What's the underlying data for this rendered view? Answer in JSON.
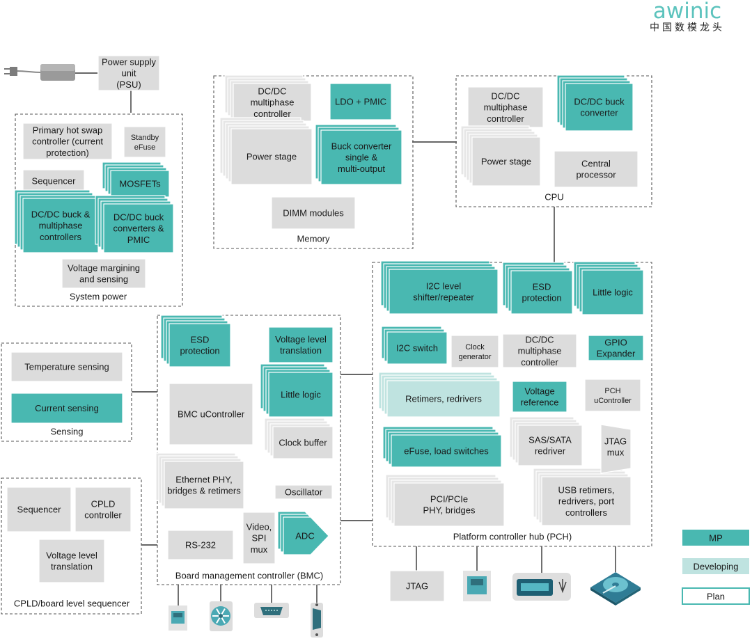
{
  "brand": {
    "name": "awinic",
    "tagline": "中国数模龙头",
    "color": "#5cc3bd"
  },
  "palette": {
    "mp": "#49b8b1",
    "developing": "#bfe3e0",
    "gray": "#dcdcdc",
    "gray_stack": "#e6e6e6",
    "line": "#333333",
    "dash": "#555555"
  },
  "legend": [
    {
      "label": "MP",
      "status": "mp"
    },
    {
      "label": "Developing",
      "status": "developing"
    },
    {
      "label": "Plan",
      "status": "plan"
    }
  ],
  "groups": [
    {
      "id": "system-power",
      "label": "System power"
    },
    {
      "id": "memory",
      "label": "Memory"
    },
    {
      "id": "cpu",
      "label": "CPU"
    },
    {
      "id": "sensing",
      "label": "Sensing"
    },
    {
      "id": "bmc",
      "label": "Board management controller (BMC)"
    },
    {
      "id": "pch",
      "label": "Platform controller hub (PCH)"
    },
    {
      "id": "cpld",
      "label": "CPLD/board level sequencer"
    }
  ],
  "blocks": [
    {
      "id": "psu",
      "label": "Power supply\nunit\n(PSU)",
      "status": "gray"
    },
    {
      "id": "hot-swap",
      "label": "Primary hot swap\ncontroller (current\nprotection)",
      "status": "gray"
    },
    {
      "id": "standby-efuse",
      "label": "Standby\neFuse",
      "status": "gray"
    },
    {
      "id": "sequencer-sp",
      "label": "Sequencer",
      "status": "gray"
    },
    {
      "id": "mosfets",
      "label": "MOSFETs",
      "status": "mp"
    },
    {
      "id": "dcdc-buck-multi",
      "label": "DC/DC buck &\nmultiphase\ncontrollers",
      "status": "mp"
    },
    {
      "id": "dcdc-buck-pmic",
      "label": "DC/DC buck\nconverters &\nPMIC",
      "status": "mp"
    },
    {
      "id": "voltage-margining",
      "label": "Voltage margining\nand sensing",
      "status": "gray"
    },
    {
      "id": "mem-dcdc-multi",
      "label": "DC/DC\nmultiphase\ncontroller",
      "status": "gray"
    },
    {
      "id": "ldo-pmic",
      "label": "LDO + PMIC",
      "status": "mp"
    },
    {
      "id": "mem-power-stage",
      "label": "Power stage",
      "status": "gray"
    },
    {
      "id": "buck-single-multi",
      "label": "Buck converter\nsingle &\nmulti-output",
      "status": "mp"
    },
    {
      "id": "dimm",
      "label": "DIMM modules",
      "status": "gray"
    },
    {
      "id": "cpu-dcdc-multi",
      "label": "DC/DC\nmultiphase\ncontroller",
      "status": "gray"
    },
    {
      "id": "cpu-dcdc-buck",
      "label": "DC/DC buck\nconverter",
      "status": "mp"
    },
    {
      "id": "cpu-power-stage",
      "label": "Power stage",
      "status": "gray"
    },
    {
      "id": "central-processor",
      "label": "Central\nprocessor",
      "status": "gray"
    },
    {
      "id": "temp-sensing",
      "label": "Temperature sensing",
      "status": "gray"
    },
    {
      "id": "current-sensing",
      "label": "Current sensing",
      "status": "mp"
    },
    {
      "id": "bmc-esd",
      "label": "ESD\nprotection",
      "status": "mp"
    },
    {
      "id": "bmc-vlt",
      "label": "Voltage level\ntranslation",
      "status": "mp"
    },
    {
      "id": "bmc-little-logic",
      "label": "Little logic",
      "status": "mp"
    },
    {
      "id": "bmc-ucontroller",
      "label": "BMC uController",
      "status": "gray"
    },
    {
      "id": "clock-buffer",
      "label": "Clock buffer",
      "status": "gray"
    },
    {
      "id": "ethernet-phy",
      "label": "Ethernet PHY,\nbridges & retimers",
      "status": "gray"
    },
    {
      "id": "oscillator",
      "label": "Oscillator",
      "status": "gray"
    },
    {
      "id": "video-spi-mux",
      "label": "Video,\nSPI\nmux",
      "status": "gray"
    },
    {
      "id": "adc",
      "label": "ADC",
      "status": "mp"
    },
    {
      "id": "rs232",
      "label": "RS-232",
      "status": "gray"
    },
    {
      "id": "pch-i2c-level",
      "label": "I2C level\nshifter/repeater",
      "status": "mp"
    },
    {
      "id": "pch-esd",
      "label": "ESD\nprotection",
      "status": "mp"
    },
    {
      "id": "pch-little-logic",
      "label": "Little logic",
      "status": "mp"
    },
    {
      "id": "i2c-switch",
      "label": "I2C switch",
      "status": "mp"
    },
    {
      "id": "clock-generator",
      "label": "Clock\ngenerator",
      "status": "gray"
    },
    {
      "id": "pch-dcdc-multi",
      "label": "DC/DC\nmultiphase\ncontroller",
      "status": "gray"
    },
    {
      "id": "gpio-expander",
      "label": "GPIO\nExpander",
      "status": "mp"
    },
    {
      "id": "retimers",
      "label": "Retimers, redrivers",
      "status": "developing"
    },
    {
      "id": "voltage-reference",
      "label": "Voltage\nreference",
      "status": "mp"
    },
    {
      "id": "pch-ucontroller",
      "label": "PCH\nuController",
      "status": "gray"
    },
    {
      "id": "efuse-load",
      "label": "eFuse, load switches",
      "status": "mp"
    },
    {
      "id": "sas-sata",
      "label": "SAS/SATA\nredriver",
      "status": "gray"
    },
    {
      "id": "jtag-mux",
      "label": "JTAG\nmux",
      "status": "gray"
    },
    {
      "id": "pci-pcie",
      "label": "PCI/PCIe\nPHY, bridges",
      "status": "gray"
    },
    {
      "id": "usb-retimers",
      "label": "USB retimers,\nredrivers, port\ncontrollers",
      "status": "gray"
    },
    {
      "id": "cpld-sequencer",
      "label": "Sequencer",
      "status": "gray"
    },
    {
      "id": "cpld-controller",
      "label": "CPLD\ncontroller",
      "status": "gray"
    },
    {
      "id": "cpld-vlt",
      "label": "Voltage level\ntranslation",
      "status": "gray"
    },
    {
      "id": "jtag-port",
      "label": "JTAG",
      "status": "gray"
    }
  ],
  "icons": [
    {
      "id": "power-adapter",
      "name": "power-adapter-icon"
    },
    {
      "id": "rj45-pch",
      "name": "ethernet-port-icon"
    },
    {
      "id": "hdmi-usb",
      "name": "hdmi-usb-port-icon"
    },
    {
      "id": "hard-drive",
      "name": "hard-drive-icon"
    },
    {
      "id": "rj45-bmc",
      "name": "ethernet-port-icon"
    },
    {
      "id": "fan",
      "name": "fan-icon"
    },
    {
      "id": "vga",
      "name": "vga-connector-icon"
    },
    {
      "id": "serial",
      "name": "serial-port-icon"
    }
  ]
}
